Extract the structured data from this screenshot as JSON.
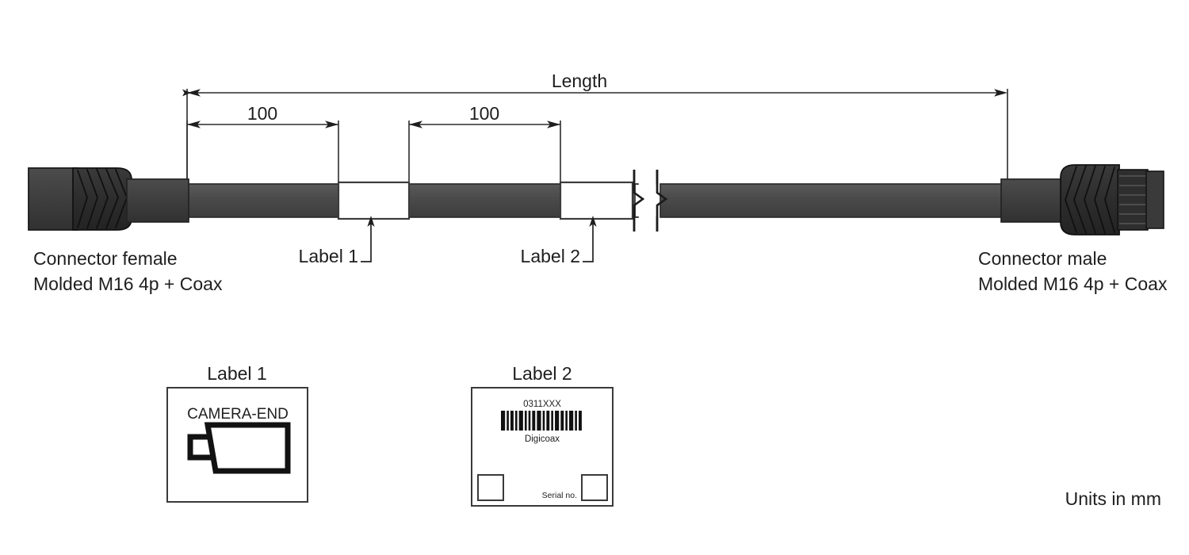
{
  "drawing": {
    "title_dimension": "Length",
    "dimension_100_left": "100",
    "dimension_100_right": "100",
    "callout_label_1": "Label 1",
    "callout_label_2": "Label 2",
    "connector_left_line1": "Connector female",
    "connector_left_line2": "Molded M16 4p + Coax",
    "connector_right_line1": "Connector male",
    "connector_right_line2": "Molded M16 4p + Coax",
    "units_note": "Units in mm"
  },
  "label1": {
    "title": "Label 1",
    "text": "CAMERA-END",
    "icon": "camera-icon"
  },
  "label2": {
    "title": "Label 2",
    "part_number": "0311XXX",
    "barcode_caption": "Digicoax",
    "serial_caption": "Serial no.",
    "barcode_bars": [
      4,
      2,
      3,
      2,
      4,
      2,
      2,
      3,
      4,
      2,
      3,
      2,
      4,
      3,
      2,
      4,
      2,
      3
    ]
  },
  "colors": {
    "cable": "#4a4a4a",
    "connector": "#3f3f3f",
    "line": "#2b2b2b",
    "text": "#1e1e1e",
    "band": "#ffffff"
  }
}
